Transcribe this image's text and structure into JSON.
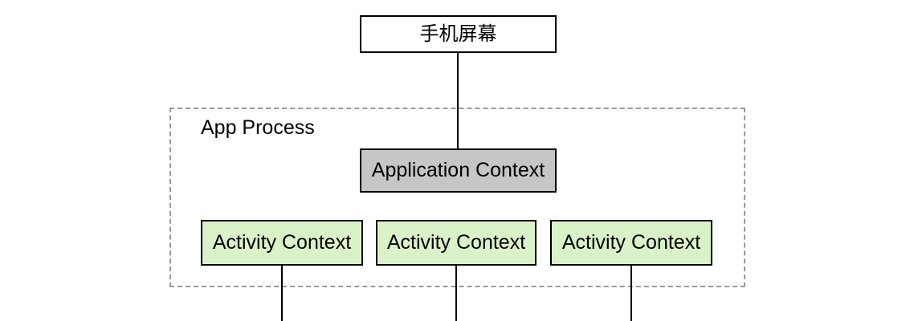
{
  "diagram": {
    "phone_screen_label": "手机屏幕",
    "app_process_label": "App Process",
    "application_context_label": "Application Context",
    "activity_contexts": [
      {
        "label": "Activity Context"
      },
      {
        "label": "Activity Context"
      },
      {
        "label": "Activity Context"
      }
    ],
    "colors": {
      "node_border": "#000000",
      "connector": "#000000",
      "phone_screen_fill": "#ffffff",
      "application_context_fill": "#c6c6c6",
      "activity_context_fill": "#daf2c8",
      "process_box_border": "#999999",
      "background": "#ffffff"
    }
  }
}
